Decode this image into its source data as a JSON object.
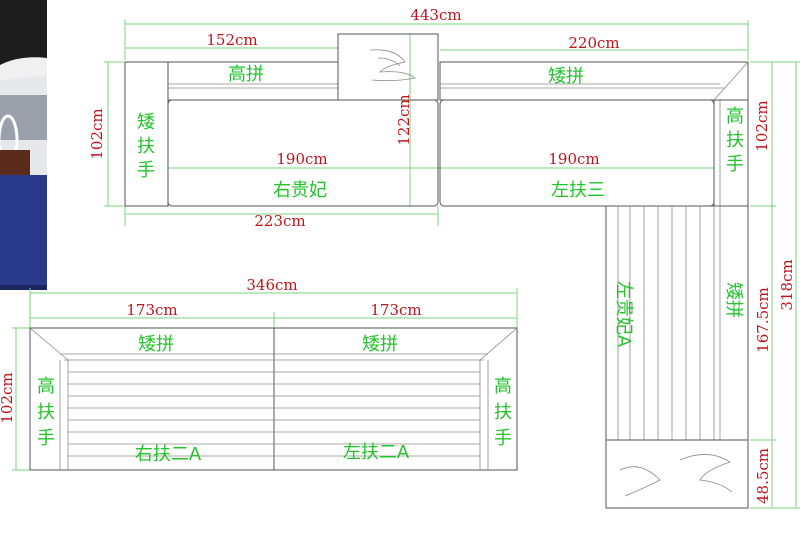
{
  "colors": {
    "dimension_text": "#c0141c",
    "label_text": "#22c42a",
    "guide_line": "#7ad57a",
    "outline": "#555555",
    "photo_floor": "#2a3a8a"
  },
  "top_set": {
    "total_width": "443cm",
    "left_width": "152cm",
    "right_width": "220cm",
    "left_depth": "102cm",
    "table_depth": "122cm",
    "right_depth": "102cm",
    "left_seat_width": "190cm",
    "right_seat_width": "190cm",
    "left_module_width": "223cm",
    "left_back_label": "高拼",
    "right_back_label": "矮拼",
    "left_arm_label": "矮扶手",
    "right_arm_label": "高扶手",
    "left_seat_label": "右贵妃",
    "right_seat_label": "左扶三",
    "chaise_total": "318cm",
    "chaise_length": "167.5cm",
    "ottoman_length": "48.5cm",
    "chaise_label": "左贵妃A",
    "chaise_back_label": "矮拼"
  },
  "bottom_set": {
    "total_width": "346cm",
    "left_width": "173cm",
    "right_width": "173cm",
    "depth": "102cm",
    "left_back_label": "矮拼",
    "right_back_label": "矮拼",
    "left_arm_label": "高扶手",
    "right_arm_label": "高扶手",
    "left_seat_label": "右扶二A",
    "right_seat_label": "左扶二A"
  }
}
